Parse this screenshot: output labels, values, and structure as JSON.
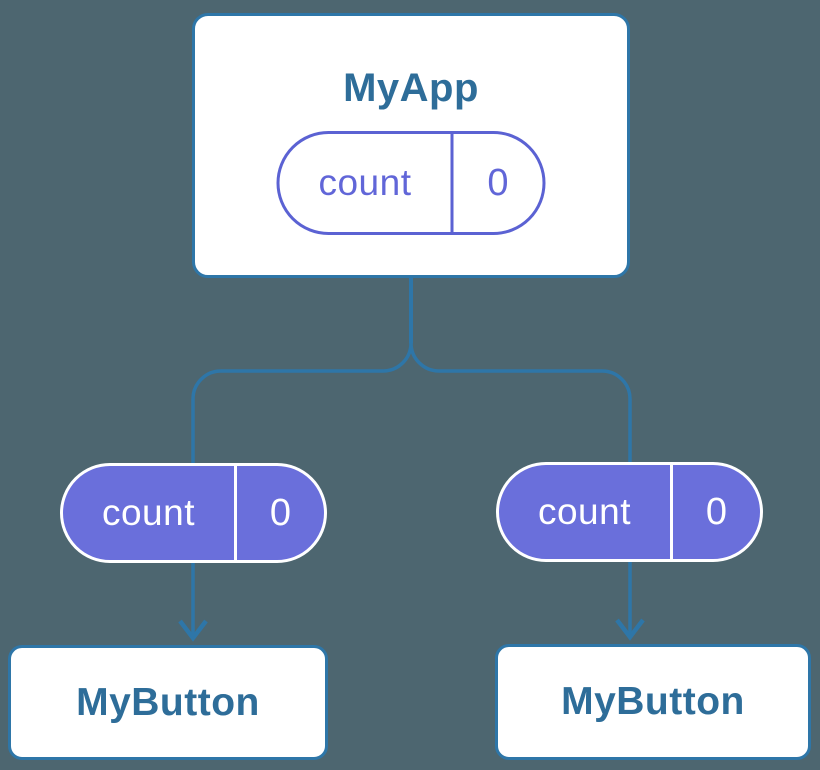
{
  "diagram": {
    "description": "Component tree diagram: parent component holding state passed down to two child components",
    "background_color": "#4D6670",
    "connector_color": "#2E76A8",
    "node_border_color": "#2E76A8",
    "node_title_color": "#2E6D99",
    "state_pill_fill_color": "#6A6FDB",
    "state_pill_outline_color": "#5B62D3",
    "root": {
      "title": "MyApp",
      "state_key": "count",
      "state_value": "0"
    },
    "children": [
      {
        "title": "MyButton",
        "state_key": "count",
        "state_value": "0"
      },
      {
        "title": "MyButton",
        "state_key": "count",
        "state_value": "0"
      }
    ]
  }
}
